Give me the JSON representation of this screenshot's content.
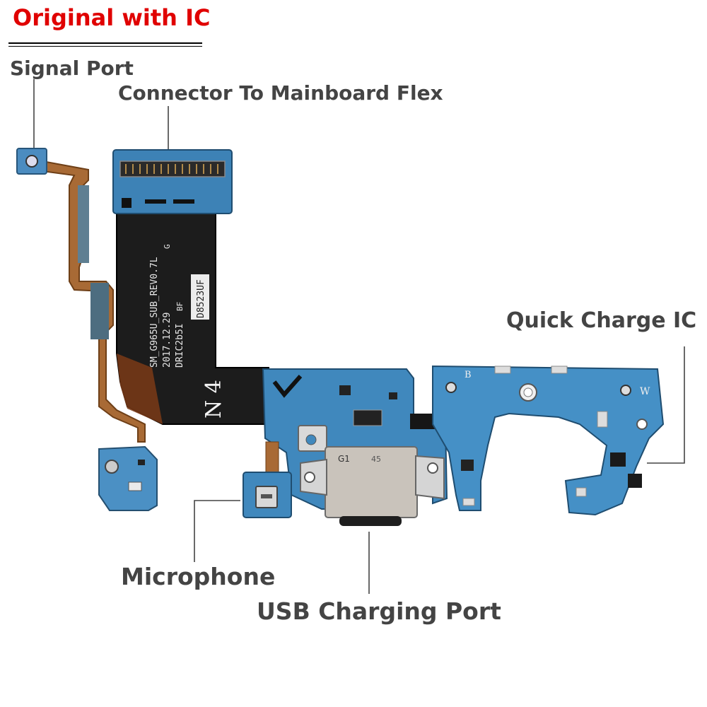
{
  "title": "Original with IC",
  "labels": {
    "signal_port": "Signal Port",
    "connector": "Connector To Mainboard Flex",
    "quick_charge": "Quick Charge IC",
    "microphone": "Microphone",
    "usb_port": "USB Charging Port"
  },
  "board_print": {
    "model_line": "SM_G965U_SUB_REV0.7L",
    "date_line": "2017.12.29",
    "code_line": "DRIC2b5I",
    "tag": "BF",
    "g": "G",
    "serial": "D8523UF",
    "marker": "N 4",
    "pad_b": "B",
    "pad_w": "W",
    "usb_g1": "G1",
    "usb_mark": "45"
  },
  "colors": {
    "title": "#e00000",
    "label": "#444444",
    "pcb_blue": "#3f86b8",
    "flex_black": "#1b1b1b",
    "copper": "#b3652a"
  }
}
